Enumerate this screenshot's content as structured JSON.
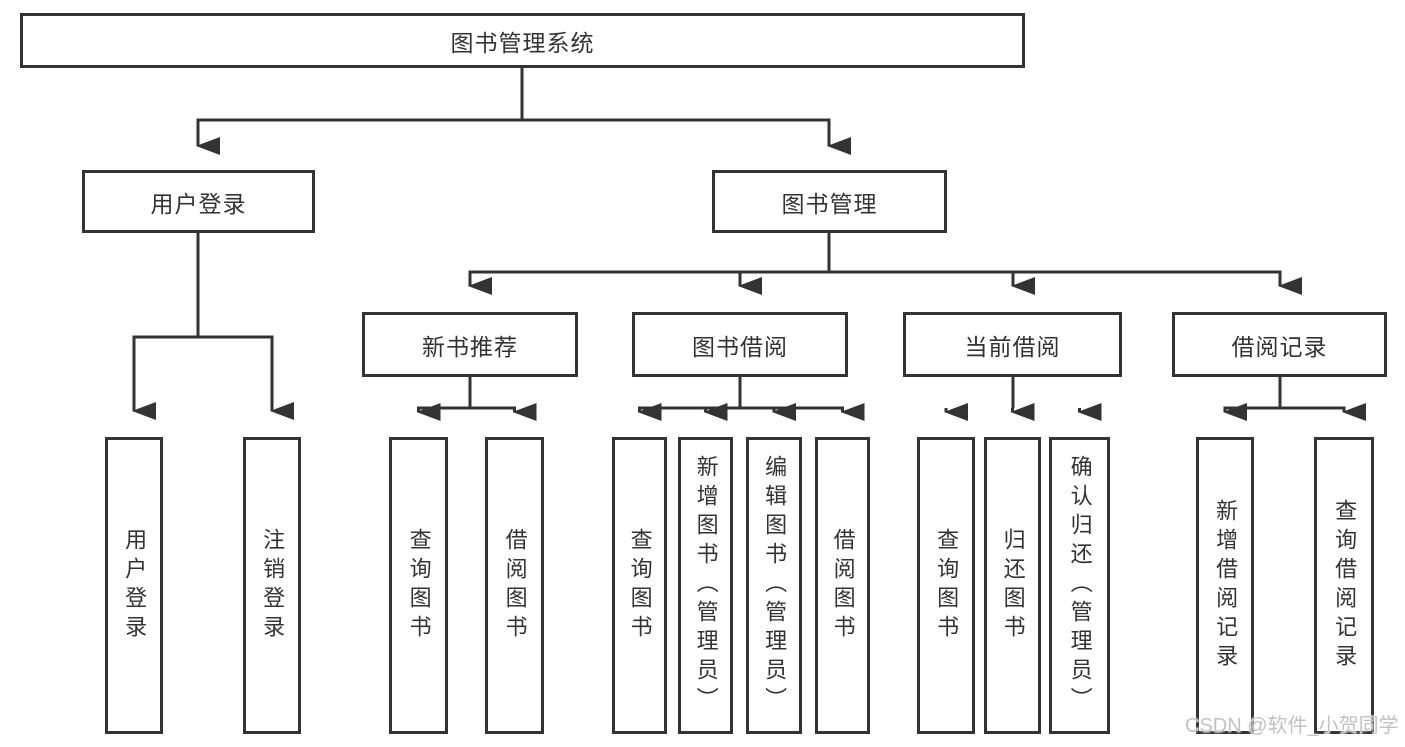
{
  "diagram": {
    "root": {
      "label": "图书管理系统"
    },
    "level2": [
      {
        "label": "用户登录"
      },
      {
        "label": "图书管理"
      }
    ],
    "level3": [
      {
        "label": "新书推荐"
      },
      {
        "label": "图书借阅"
      },
      {
        "label": "当前借阅"
      },
      {
        "label": "借阅记录"
      }
    ],
    "leaves": {
      "user_login": [
        {
          "label": "用户登录"
        },
        {
          "label": "注销登录"
        }
      ],
      "new_book_recommend": [
        {
          "label": "查询图书"
        },
        {
          "label": "借阅图书"
        }
      ],
      "book_borrow": [
        {
          "label": "查询图书"
        },
        {
          "label": "新增图书（管理员）"
        },
        {
          "label": "编辑图书（管理员）"
        },
        {
          "label": "借阅图书"
        }
      ],
      "current_borrow": [
        {
          "label": "查询图书"
        },
        {
          "label": "归还图书"
        },
        {
          "label": "确认归还（管理员）"
        }
      ],
      "borrow_record": [
        {
          "label": "新增借阅记录"
        },
        {
          "label": "查询借阅记录"
        }
      ]
    }
  },
  "watermark": {
    "text": "CSDN @软件_小贺同学"
  },
  "colors": {
    "line": "#333333",
    "text": "#333333",
    "watermark": "#c2c2c2",
    "background": "#ffffff"
  }
}
